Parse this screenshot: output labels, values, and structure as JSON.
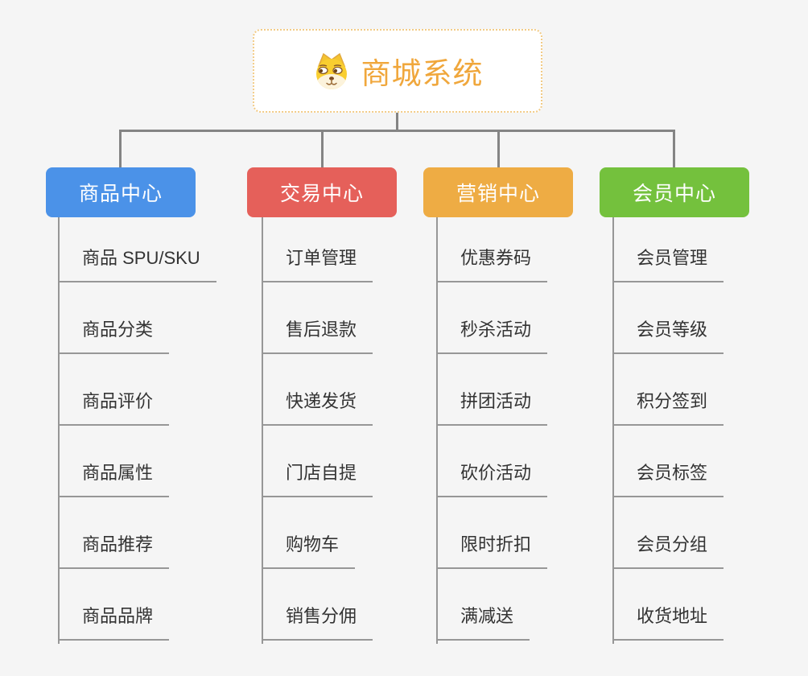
{
  "root": {
    "title": "商城系统",
    "icon": "shiba-dog-icon"
  },
  "branches": [
    {
      "label": "商品中心",
      "color": "#4B92E8",
      "children": [
        "商品 SPU/SKU",
        "商品分类",
        "商品评价",
        "商品属性",
        "商品推荐",
        "商品品牌"
      ]
    },
    {
      "label": "交易中心",
      "color": "#E5605A",
      "children": [
        "订单管理",
        "售后退款",
        "快递发货",
        "门店自提",
        "购物车",
        "销售分佣"
      ]
    },
    {
      "label": "营销中心",
      "color": "#EEAC44",
      "children": [
        "优惠券码",
        "秒杀活动",
        "拼团活动",
        "砍价活动",
        "限时折扣",
        "满减送"
      ]
    },
    {
      "label": "会员中心",
      "color": "#74C13D",
      "children": [
        "会员管理",
        "会员等级",
        "积分签到",
        "会员标签",
        "会员分组",
        "收货地址"
      ]
    }
  ],
  "colors": {
    "background": "#F5F5F5",
    "root_text": "#F0A73C",
    "root_border": "#F2CB86",
    "connector": "#848484",
    "leaf_line": "#979797",
    "leaf_text": "#333333",
    "branch_text": "#FFFFFF"
  }
}
